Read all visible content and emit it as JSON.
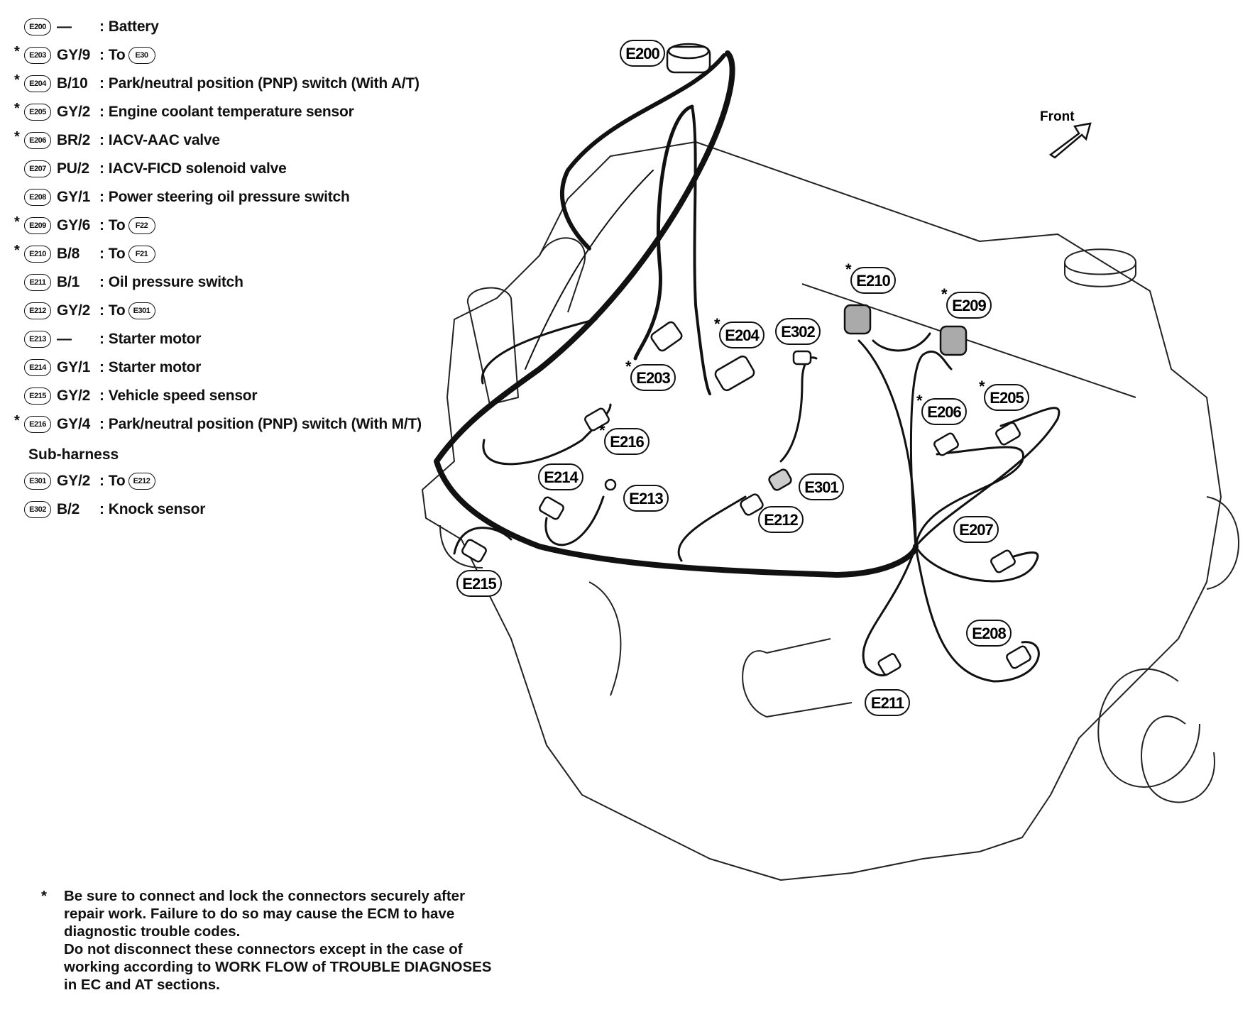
{
  "legend": [
    {
      "star": false,
      "tag": "E200",
      "code": "—",
      "text": "Battery"
    },
    {
      "star": true,
      "tag": "E203",
      "code": "GY/9",
      "text": "To",
      "ref": "E30"
    },
    {
      "star": true,
      "tag": "E204",
      "code": "B/10",
      "text": "Park/neutral position (PNP) switch (With A/T)"
    },
    {
      "star": true,
      "tag": "E205",
      "code": "GY/2",
      "text": "Engine coolant temperature sensor"
    },
    {
      "star": true,
      "tag": "E206",
      "code": "BR/2",
      "text": "IACV-AAC valve"
    },
    {
      "star": false,
      "tag": "E207",
      "code": "PU/2",
      "text": "IACV-FICD solenoid valve"
    },
    {
      "star": false,
      "tag": "E208",
      "code": "GY/1",
      "text": "Power steering oil pressure switch"
    },
    {
      "star": true,
      "tag": "E209",
      "code": "GY/6",
      "text": "To",
      "ref": "F22"
    },
    {
      "star": true,
      "tag": "E210",
      "code": "B/8",
      "text": "To",
      "ref": "F21"
    },
    {
      "star": false,
      "tag": "E211",
      "code": "B/1",
      "text": "Oil pressure switch"
    },
    {
      "star": false,
      "tag": "E212",
      "code": "GY/2",
      "text": "To",
      "ref": "E301"
    },
    {
      "star": false,
      "tag": "E213",
      "code": "—",
      "text": "Starter motor"
    },
    {
      "star": false,
      "tag": "E214",
      "code": "GY/1",
      "text": "Starter motor"
    },
    {
      "star": false,
      "tag": "E215",
      "code": "GY/2",
      "text": "Vehicle speed sensor"
    },
    {
      "star": true,
      "tag": "E216",
      "code": "GY/4",
      "text": "Park/neutral position (PNP) switch (With M/T)"
    }
  ],
  "subharness": {
    "title": "Sub-harness",
    "items": [
      {
        "tag": "E301",
        "code": "GY/2",
        "text": "To",
        "ref": "E212"
      },
      {
        "tag": "E302",
        "code": "B/2",
        "text": "Knock sensor"
      }
    ]
  },
  "note": {
    "asterisk": "*",
    "lines": [
      "Be sure to connect and lock the connectors securely after",
      "repair work. Failure to do so may cause the ECM to have",
      "diagnostic trouble codes.",
      "Do not disconnect these connectors except in the case of",
      "working according to WORK FLOW of TROUBLE DIAGNOSES",
      "in EC and AT sections."
    ]
  },
  "diagram_labels": {
    "front": "Front",
    "connectors": [
      {
        "id": "E200",
        "star": false
      },
      {
        "id": "E203",
        "star": true
      },
      {
        "id": "E204",
        "star": true
      },
      {
        "id": "E302",
        "star": false
      },
      {
        "id": "E210",
        "star": true
      },
      {
        "id": "E209",
        "star": true
      },
      {
        "id": "E206",
        "star": true
      },
      {
        "id": "E205",
        "star": true
      },
      {
        "id": "E216",
        "star": true
      },
      {
        "id": "E214",
        "star": false
      },
      {
        "id": "E213",
        "star": false
      },
      {
        "id": "E301",
        "star": false
      },
      {
        "id": "E212",
        "star": false
      },
      {
        "id": "E207",
        "star": false
      },
      {
        "id": "E215",
        "star": false
      },
      {
        "id": "E208",
        "star": false
      },
      {
        "id": "E211",
        "star": false
      }
    ]
  },
  "colors": {
    "line": "#111111",
    "background": "#ffffff"
  }
}
